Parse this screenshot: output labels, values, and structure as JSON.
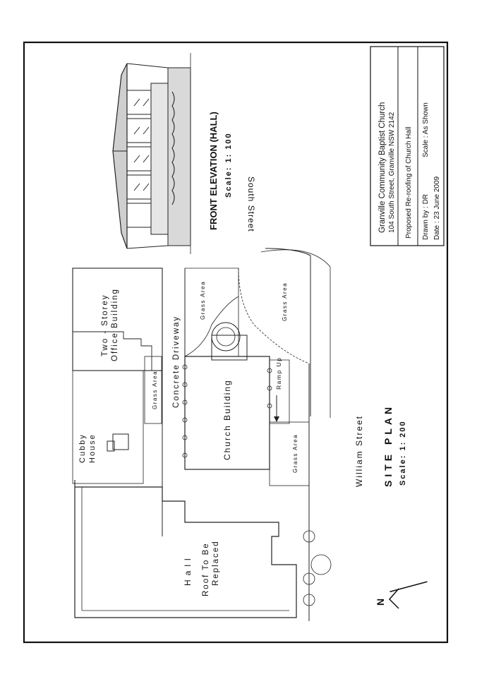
{
  "title_block": {
    "church_name": "Granville Community Baptist Church",
    "address": "104 South Street, Granville NSW 2142",
    "project": "Proposed Re-roofing of Church Hall",
    "drawn_by": "Drawn by : DR",
    "scale": "Scale : As Shown",
    "date": "Date : 23 June 2009"
  },
  "elevation": {
    "title": "FRONT ELEVATION (HALL)",
    "scale": "Scale:   1: 100"
  },
  "site_plan": {
    "title": "SITE  PLAN",
    "scale": "Scale:   1: 200"
  },
  "streets": {
    "south": "South Street",
    "william": "William Street"
  },
  "labels": {
    "office_line1": "Two - Storey",
    "office_line2": "Office Building",
    "driveway": "Concrete Driveway",
    "grass_area": "Grass Area",
    "church": "Church Building",
    "ramp": "Ramp Up",
    "cubby_line1": "Cubby",
    "cubby_line2": "House",
    "hall": "Hall",
    "roof_line1": "Roof To Be",
    "roof_line2": "Replaced",
    "north": "N"
  }
}
